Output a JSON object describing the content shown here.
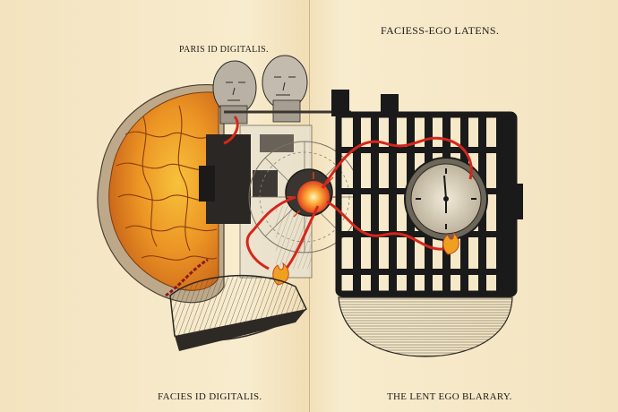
{
  "captions": {
    "top_left": "PARIS ID DIGITALIS.",
    "top_right": "FACIESS-EGO LATENS.",
    "bottom_left": "FACIES ID DIGITALIS.",
    "bottom_right": "THE LENT EGO BLARARY."
  },
  "icons": [
    "brain-illustration",
    "heads-illustration",
    "machine-illustration",
    "gear-wheel",
    "spark-burst",
    "cage-illustration",
    "clock-icon",
    "flame-icon",
    "cushion-illustration",
    "bowl-illustration"
  ],
  "colors": {
    "paper": "#f6e9c9",
    "ink": "#1e1b16",
    "brain_orange": "#e98a1d",
    "brain_yellow": "#f2b535",
    "wire_red": "#d6261c",
    "cage_black": "#1a1a1a"
  }
}
